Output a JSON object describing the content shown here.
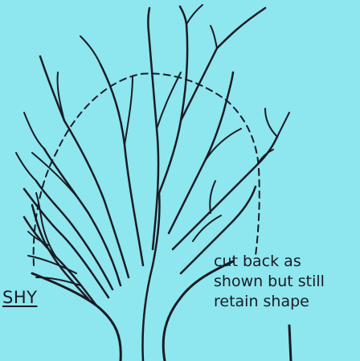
{
  "background_color": "#8ee6ee",
  "ink_color": "#1a1a24",
  "labels": {
    "shy": "SHY",
    "caption_lines": [
      "cut back as",
      "shown but still",
      "retain shape"
    ]
  }
}
